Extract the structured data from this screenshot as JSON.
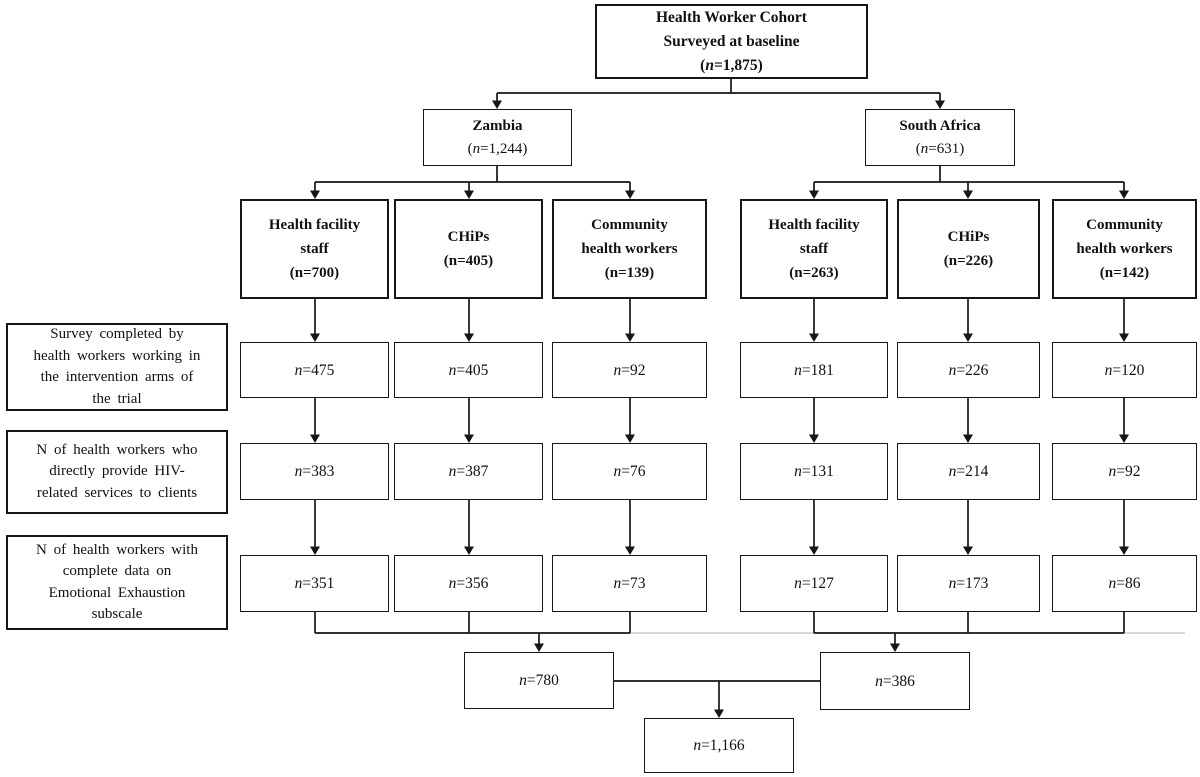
{
  "figure": {
    "root": {
      "line1": "Health Worker Cohort",
      "line2": "Surveyed at baseline",
      "n_open": "(",
      "n_char": "n",
      "n_rest": "=1,875)"
    },
    "countries": [
      {
        "name": "Zambia",
        "n_open": "(",
        "n_char": "n",
        "n_rest": "=1,244)"
      },
      {
        "name": "South Africa",
        "n_open": "(",
        "n_char": "n",
        "n_rest": "=631)"
      }
    ],
    "groups": [
      {
        "line1": "Health facility",
        "line2": "staff",
        "n_label": "(n=700)"
      },
      {
        "line1": "CHiPs",
        "n_label": "(n=405)"
      },
      {
        "line1": "Community",
        "line2": "health workers",
        "n_label": "(n=139)"
      },
      {
        "line1": "Health facility",
        "line2": "staff",
        "n_label": "(n=263)"
      },
      {
        "line1": "CHiPs",
        "n_label": "(n=226)"
      },
      {
        "line1": "Community",
        "line2": "health workers",
        "n_label": "(n=142)"
      }
    ],
    "annotations": [
      {
        "line1": "Survey completed by",
        "line2": "health workers working in",
        "line3": "the intervention arms of",
        "line4": "the trial"
      },
      {
        "line1": "N of health workers who",
        "line2": "directly provide HIV-",
        "line3": "related services to clients"
      },
      {
        "line1": "N of health workers with",
        "line2": "complete data on",
        "line3": "Emotional Exhaustion",
        "line4": "subscale"
      }
    ],
    "counts": {
      "row1": [
        {
          "char": "n",
          "rest": "=475"
        },
        {
          "char": "n",
          "rest": "=405"
        },
        {
          "char": "n",
          "rest": "=92"
        },
        {
          "char": "n",
          "rest": "=181"
        },
        {
          "char": "n",
          "rest": "=226"
        },
        {
          "char": "n",
          "rest": "=120"
        }
      ],
      "row2": [
        {
          "char": "n",
          "rest": "=383"
        },
        {
          "char": "n",
          "rest": "=387"
        },
        {
          "char": "n",
          "rest": "=76"
        },
        {
          "char": "n",
          "rest": "=131"
        },
        {
          "char": "n",
          "rest": "=214"
        },
        {
          "char": "n",
          "rest": "=92"
        }
      ],
      "row3": [
        {
          "char": "n",
          "rest": "=351"
        },
        {
          "char": "n",
          "rest": "=356"
        },
        {
          "char": "n",
          "rest": "=73"
        },
        {
          "char": "n",
          "rest": "=127"
        },
        {
          "char": "n",
          "rest": "=173"
        },
        {
          "char": "n",
          "rest": "=86"
        }
      ]
    },
    "totals": {
      "zambia": {
        "char": "n",
        "rest": "=780"
      },
      "south_africa": {
        "char": "n",
        "rest": "=386"
      },
      "overall": {
        "char": "n",
        "rest": "=1,166"
      }
    },
    "colors": {
      "line": "#1a1a1a",
      "faint_line": "#b3b3b3",
      "background": "#ffffff",
      "text": "#111111"
    }
  }
}
